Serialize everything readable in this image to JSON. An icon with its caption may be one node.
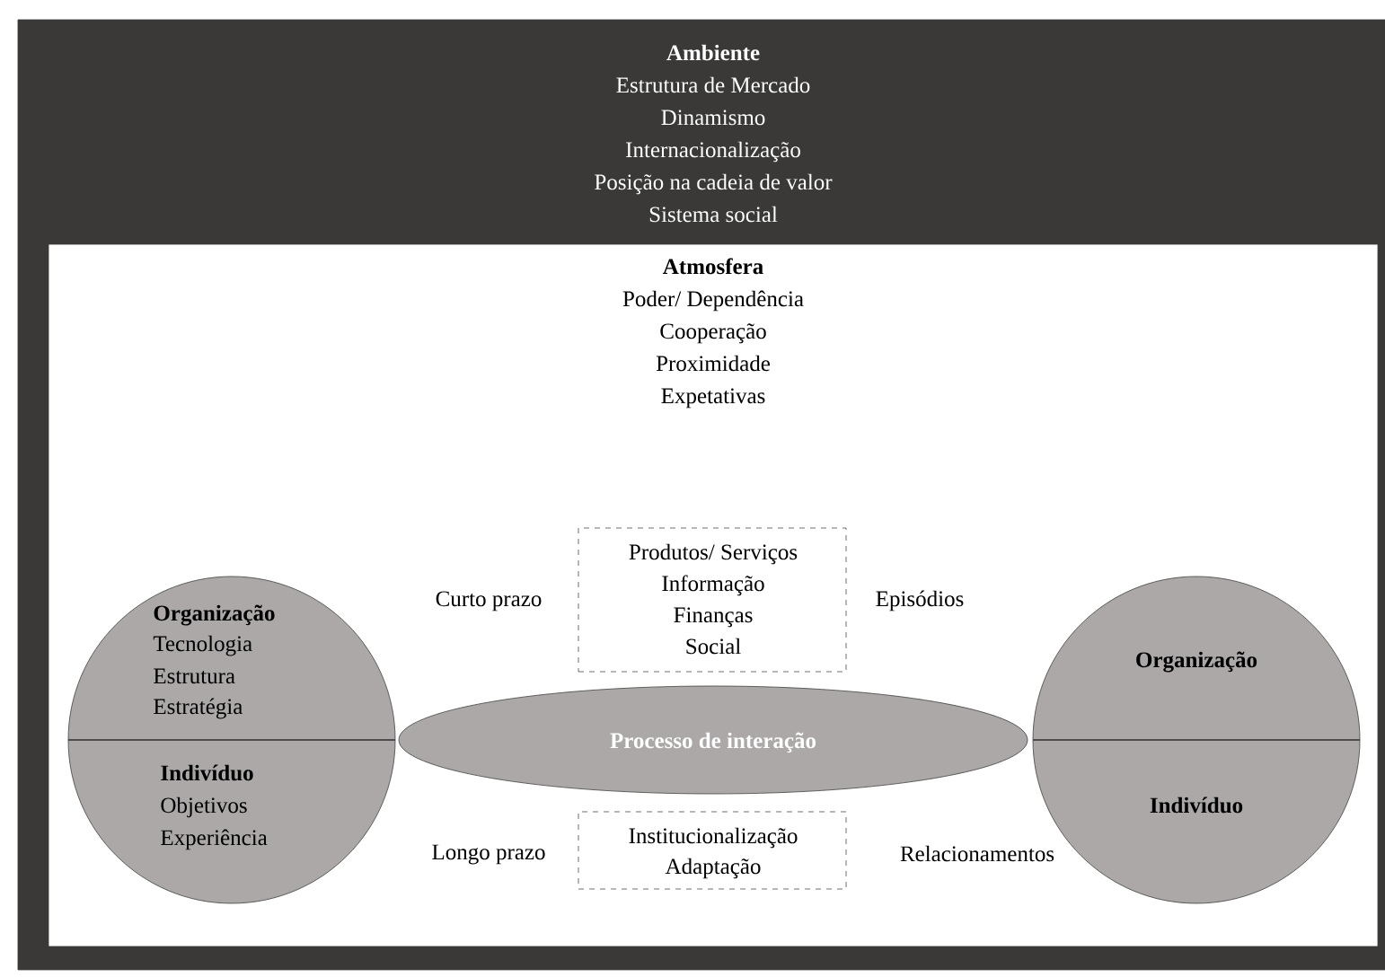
{
  "diagram": {
    "nodes": [
      {
        "text": [
          "Ambiente",
          "Estrutura de Mercado",
          "Dinamismo",
          "Internacionalização",
          "Posição na cadeia de valor",
          "Sistema social"
        ]
      },
      {
        "text": [
          "Atmosfera",
          "Poder/ Dependência",
          "Cooperação",
          "Proximidade",
          "Expetativas"
        ],
        "in": 0
      },
      {
        "text": [
          "Organização",
          "Tecnologia",
          "Estrutura",
          "Estratégia",
          "Indivíduo",
          "Objetivos",
          "Experiência"
        ],
        "in": 1
      },
      {
        "text": [
          "Produtos/ Serviços",
          "Informação",
          "Finanças",
          "Social"
        ],
        "in": 1
      },
      {
        "text": [
          "Processo de interação"
        ],
        "in": 1
      },
      {
        "text": [
          "Institucionalização",
          "Adaptação"
        ],
        "in": 1
      },
      {
        "text": [
          "Organização",
          "Indivíduo"
        ],
        "in": 1
      }
    ],
    "labels": [
      "Curto prazo",
      "Episódios",
      "Longo prazo",
      "Relacionamentos"
    ]
  }
}
